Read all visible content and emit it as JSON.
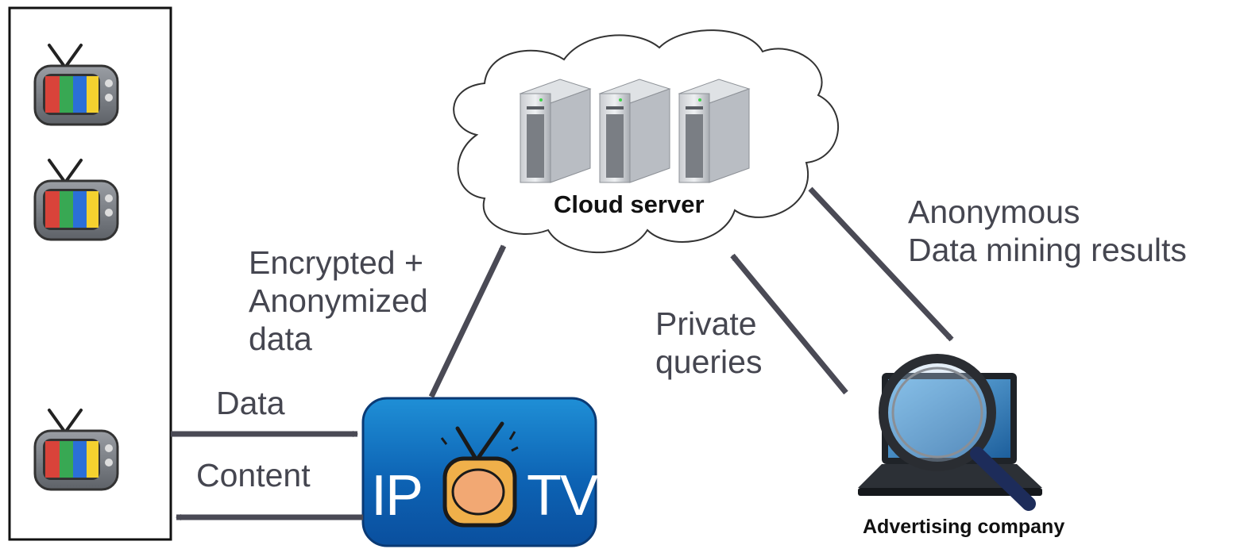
{
  "nodes": {
    "cloud": {
      "label": "Cloud server"
    },
    "iptv": {
      "logo_left": "IP",
      "logo_right": "TV"
    },
    "advertiser": {
      "label": "Advertising company"
    }
  },
  "edges": {
    "tv_to_iptv": {
      "label": "Data"
    },
    "iptv_to_tv": {
      "label": "Content"
    },
    "iptv_to_cloud": {
      "label_lines": [
        "Encrypted +",
        "Anonymized",
        "data"
      ]
    },
    "advertiser_to_cloud": {
      "label_lines": [
        "Private",
        "queries"
      ]
    },
    "cloud_to_advertiser": {
      "label_lines": [
        "Anonymous",
        "Data mining results"
      ]
    }
  },
  "colors": {
    "arrow": "#4a4a55",
    "text": "#454650",
    "iptv_box_top": "#1f8fd6",
    "iptv_box_bottom": "#0a4f9e",
    "cloud_stroke": "#333333"
  },
  "icons": {
    "tv": "tv-icon",
    "server": "server-icon",
    "laptop": "laptop-icon",
    "magnifier": "magnifier-icon"
  }
}
